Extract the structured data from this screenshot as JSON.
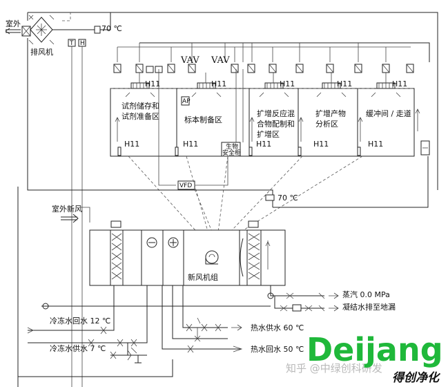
{
  "labels": {
    "outdoor_exhaust": "室外",
    "exhaust_fan": "排风机",
    "temp_top": "70 ℃",
    "temp_mid": "70 ℃",
    "vav1": "VAV",
    "vav2": "VAV",
    "vfd": "VFD",
    "outdoor_fresh_air": "室外新风",
    "ahu": "新风机组",
    "steam": "蒸汽 0.0 MPa",
    "condensate": "凝结水排至地漏",
    "chw_return": "冷冻水回水 12 ℃",
    "chw_supply": "冷冻水供水 7 ℃",
    "hw_supply": "热水供水 60 ℃",
    "hw_return": "热水回水 50 ℃",
    "bio_cabinet_line1": "生物",
    "bio_cabinet_line2": "安全柜",
    "ap": "AP",
    "t_sensor": "T",
    "h_sensor": "H"
  },
  "rooms": [
    {
      "name_lines": [
        "试剂储存和",
        "试剂准备区"
      ],
      "sensor_top": "H11",
      "sensor_bottom": "H11"
    },
    {
      "name_lines": [
        "标本制备区"
      ],
      "sensor_top": "H11",
      "sensor_bottom": "H11"
    },
    {
      "name_lines": [
        "扩增反应混",
        "合物配制和",
        "扩增区"
      ],
      "sensor_top": "H11",
      "sensor_bottom": "H11"
    },
    {
      "name_lines": [
        "扩增产物",
        "分析区"
      ],
      "sensor_top": "H11",
      "sensor_bottom": "H11"
    },
    {
      "name_lines": [
        "缓冲间 / 走道"
      ],
      "sensor_top": "H11",
      "sensor_bottom": "H11"
    }
  ],
  "watermark": {
    "logo": "Deijang",
    "zhihu": "知乎 @中绿创科研发",
    "script": "得创净化"
  }
}
